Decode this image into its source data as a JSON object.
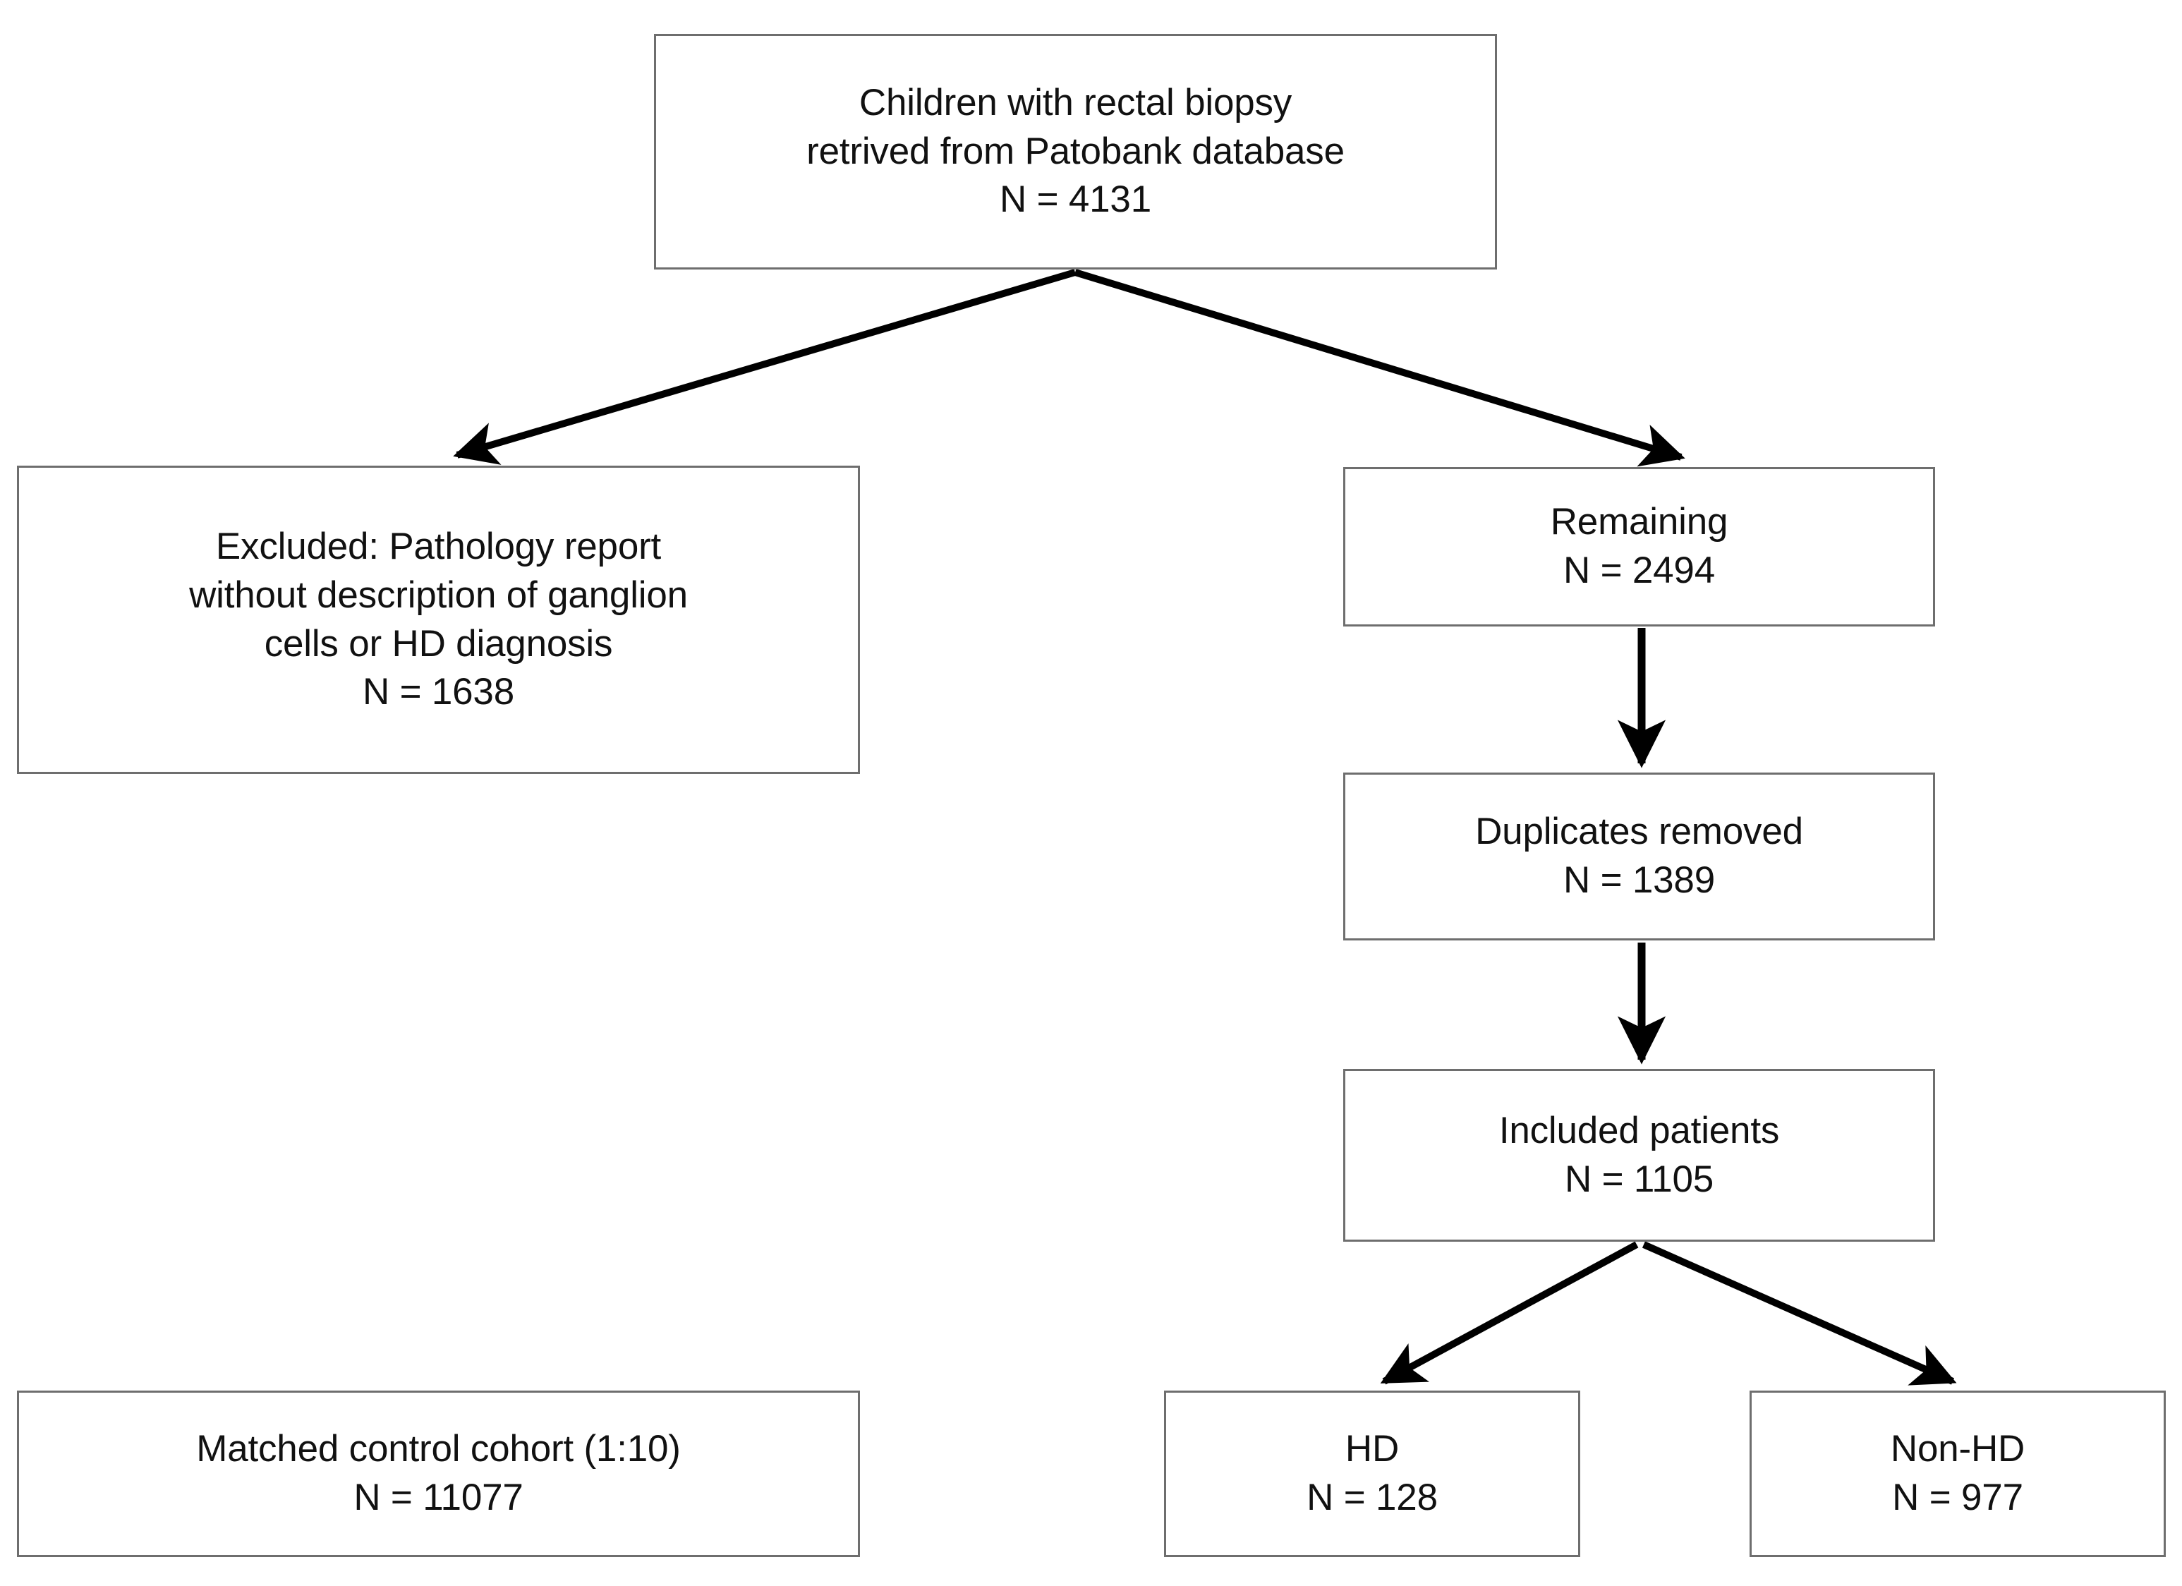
{
  "diagram": {
    "title": "Patient selection flow diagram",
    "type": "flowchart",
    "colors": {
      "box_border": "#6e6e6e",
      "box_fill": "#ffffff",
      "arrow": "#000000",
      "text": "#111111"
    },
    "nodes": [
      {
        "id": "source",
        "name": "source-cohort",
        "lines": [
          "Children with rectal biopsy",
          "retrived from Patobank database",
          "N = 4131"
        ],
        "count": 4131
      },
      {
        "id": "excluded",
        "name": "excluded-records",
        "lines": [
          "Excluded: Pathology report",
          "without description of ganglion",
          "cells or HD diagnosis",
          "N = 1638"
        ],
        "count": 1638
      },
      {
        "id": "remaining",
        "name": "remaining-records",
        "lines": [
          "Remaining",
          "N = 2494"
        ],
        "count": 2494
      },
      {
        "id": "duplicates",
        "name": "duplicates-removed",
        "lines": [
          "Duplicates removed",
          "N = 1389"
        ],
        "count": 1389
      },
      {
        "id": "included",
        "name": "included-patients",
        "lines": [
          "Included patients",
          "N = 1105"
        ],
        "count": 1105
      },
      {
        "id": "controls",
        "name": "matched-control-cohort",
        "lines": [
          "Matched control cohort (1:10)",
          "N = 11077"
        ],
        "count": 11077
      },
      {
        "id": "hd",
        "name": "hd-group",
        "lines": [
          "HD",
          "N = 128"
        ],
        "count": 128
      },
      {
        "id": "nonhd",
        "name": "non-hd-group",
        "lines": [
          "Non-HD",
          "N = 977"
        ],
        "count": 977
      }
    ],
    "edges": [
      {
        "from": "source",
        "to": "excluded",
        "style": "diagonal-arrow"
      },
      {
        "from": "source",
        "to": "remaining",
        "style": "diagonal-arrow"
      },
      {
        "from": "remaining",
        "to": "duplicates",
        "style": "vertical-arrow"
      },
      {
        "from": "duplicates",
        "to": "included",
        "style": "vertical-arrow"
      },
      {
        "from": "included",
        "to": "hd",
        "style": "diagonal-arrow"
      },
      {
        "from": "included",
        "to": "nonhd",
        "style": "diagonal-arrow"
      }
    ]
  }
}
